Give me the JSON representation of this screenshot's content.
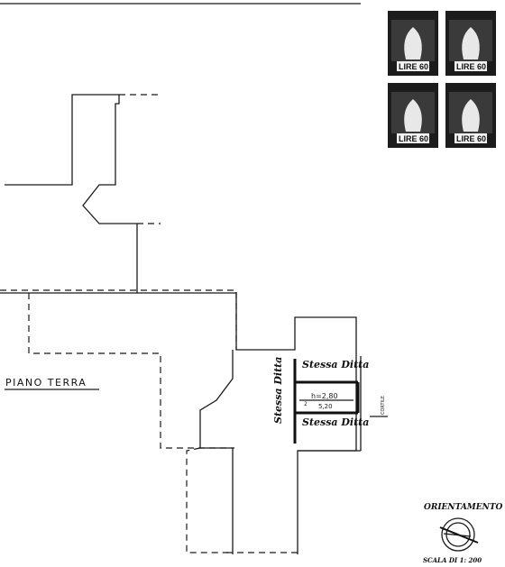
{
  "floor_label": "PIANO TERRA",
  "room_labels": {
    "top": "Stessa Ditta",
    "bottom": "Stessa Ditta",
    "left_vertical": "Stessa Ditta"
  },
  "courtyard_label": "CORTILE",
  "room_dimensions": {
    "height_note": "h=2,80",
    "area_note": "5,20",
    "code": "2"
  },
  "orientation_label": "ORIENTAMENTO",
  "scale_label": "SCALA DI 1: 200",
  "stamps": [
    {
      "value": "LIRE 60"
    },
    {
      "value": "LIRE 60"
    },
    {
      "value": "LIRE 60"
    },
    {
      "value": "LIRE 60"
    }
  ],
  "icons": [
    "compass-icon",
    "revenue-stamp-icon"
  ]
}
